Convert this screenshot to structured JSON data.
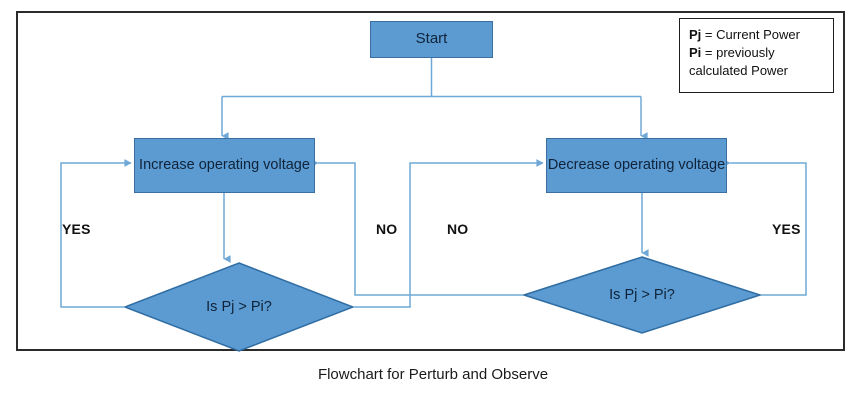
{
  "figure": {
    "caption": "Flowchart for Perturb and Observe",
    "frame_border_color": "#2b2b2b",
    "shape_fill_color": "#5b9bd1",
    "shape_border_color": "#3a6f9f",
    "connector_color": "#6fa8d6"
  },
  "nodes": {
    "start": {
      "label": "Start",
      "type": "process"
    },
    "increase": {
      "label": "Increase operating voltage",
      "type": "process"
    },
    "decrease": {
      "label": "Decrease operating voltage",
      "type": "process"
    },
    "decision_left": {
      "label": "Is Pj > Pi?",
      "type": "decision"
    },
    "decision_right": {
      "label": "Is Pj > Pi?",
      "type": "decision"
    }
  },
  "edge_labels": {
    "yes_left": "YES",
    "no_left": "NO",
    "no_right": "NO",
    "yes_right": "YES"
  },
  "legend": {
    "row1_term": "Pj",
    "row1_text": " = Current Power",
    "row2_term": "Pi",
    "row2_text": " = previously calculated Power"
  }
}
